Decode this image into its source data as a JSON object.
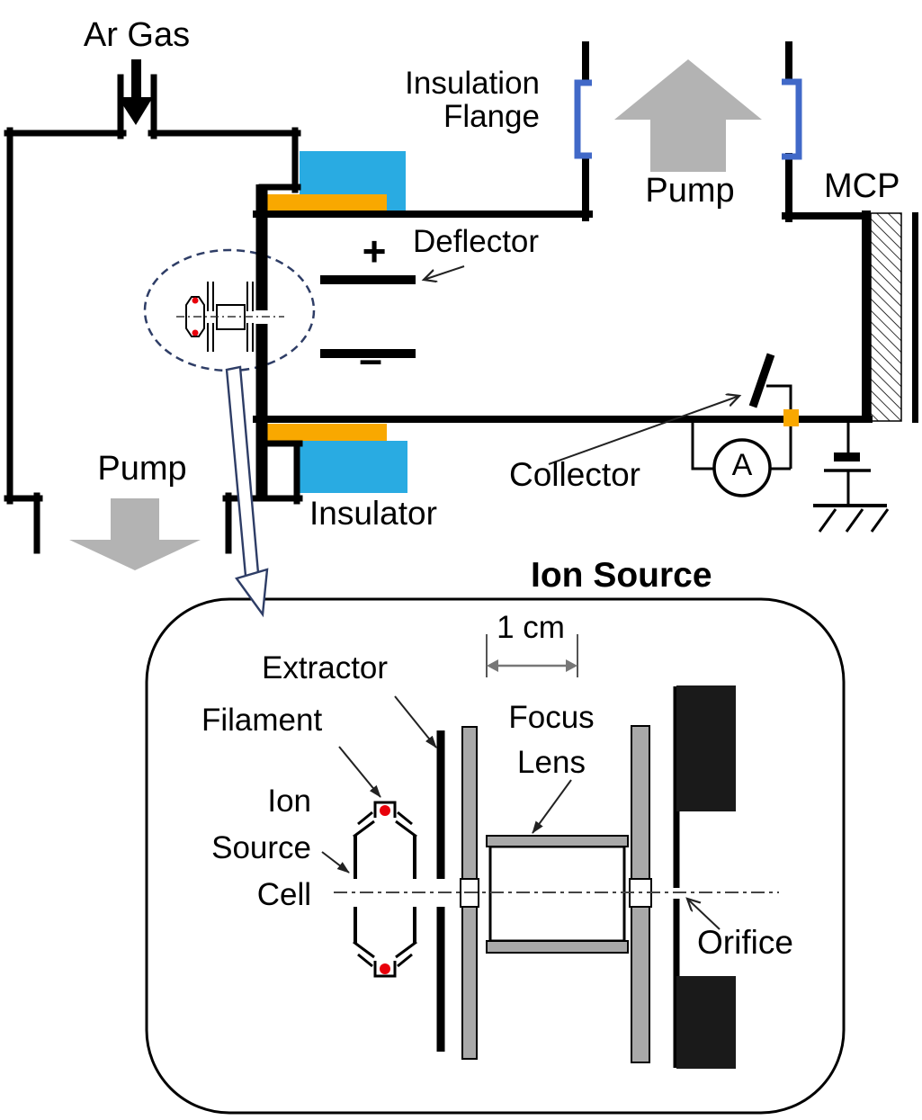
{
  "diagram": {
    "labels": {
      "ar_gas": "Ar Gas",
      "insulation_line1": "Insulation",
      "insulation_line2": "Flange",
      "pump_top": "Pump",
      "mcp": "MCP",
      "deflector": "Deflector",
      "plus": "+",
      "minus": "–",
      "collector": "Collector",
      "ammeter": "A",
      "pump_bottom": "Pump",
      "insulator": "Insulator"
    },
    "inset": {
      "title": "Ion Source",
      "scale": "1 cm",
      "extractor": "Extractor",
      "filament": "Filament",
      "cell_line1": "Ion",
      "cell_line2": "Source",
      "cell_line3": "Cell",
      "focus_line1": "Focus",
      "focus_line2": "Lens",
      "orifice": "Orifice"
    },
    "colors": {
      "cyan": "#29ABE2",
      "orange": "#F9A800",
      "flange_blue": "#4169C8",
      "arrow_gray": "#B3B3B3",
      "plate_gray": "#A9A9A9",
      "dot_red": "#E8000B",
      "callout_navy": "#2E3D66"
    }
  }
}
